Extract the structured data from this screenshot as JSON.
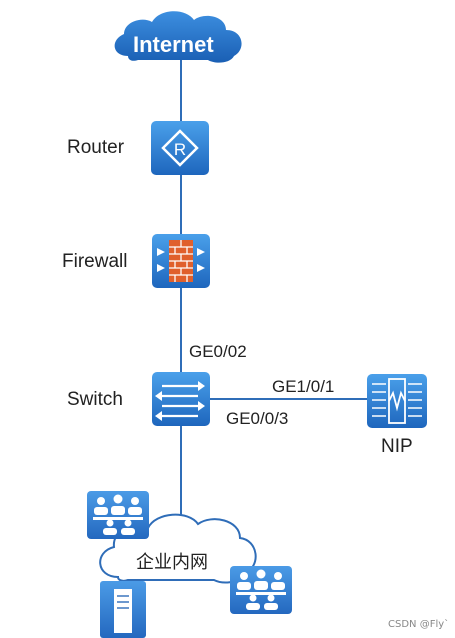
{
  "internet": {
    "label": "Internet"
  },
  "router": {
    "label": "Router",
    "icon": "router-icon",
    "glyph": "R"
  },
  "firewall": {
    "label": "Firewall",
    "icon": "firewall-icon"
  },
  "switch": {
    "label": "Switch",
    "icon": "switch-icon"
  },
  "nip": {
    "label": "NIP",
    "icon": "nip-icon"
  },
  "ports": {
    "switch_up": "GE0/02",
    "nip_port": "GE1/0/1",
    "switch_down": "GE0/0/3"
  },
  "lan": {
    "label": "企业内网"
  },
  "watermark": "CSDN @Fly`",
  "colors": {
    "device_blue": "#2f7fd3",
    "cloud_blue": "#1f6fc8",
    "link": "#2f6db8",
    "brick": "#e0602c"
  }
}
